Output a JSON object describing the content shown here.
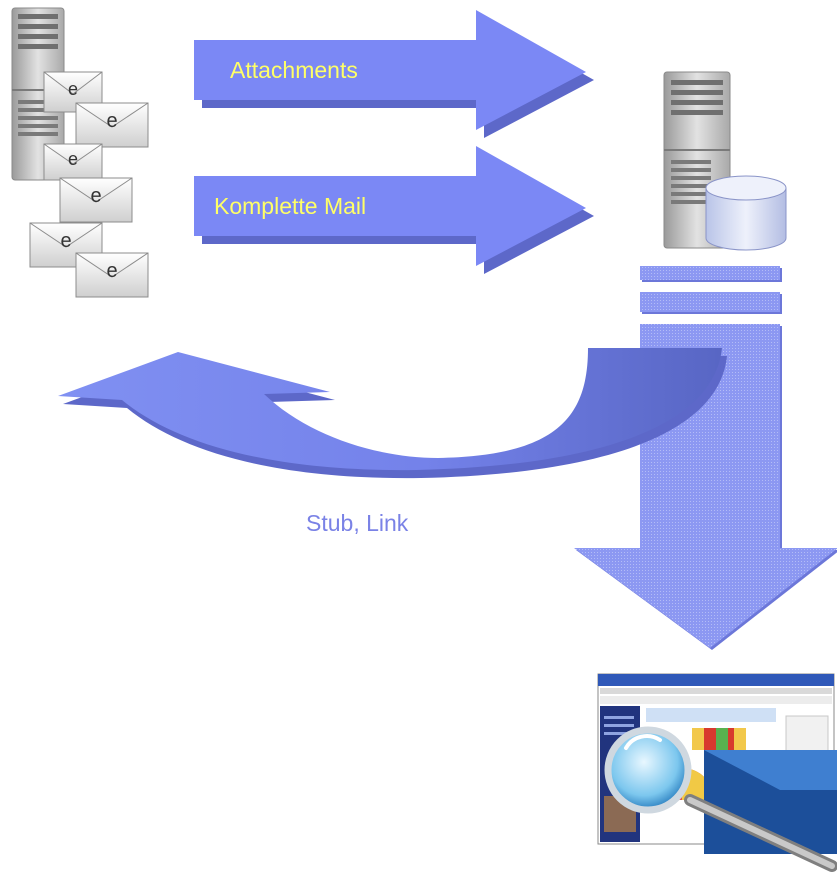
{
  "labels": {
    "attachments": "Attachments",
    "komplette_mail": "Komplette Mail",
    "stub_link": "Stub, Link"
  },
  "icons": {
    "source_server": "mail-server-icon",
    "envelope": "e-mail-envelope-icon",
    "archive_server": "archive-server-icon",
    "database": "database-cylinder-icon",
    "viewer": "web-application-screenshot-icon",
    "magnifier": "magnifying-glass-icon"
  },
  "colors": {
    "arrow_fill": "#7b88f5",
    "arrow_dark": "#5d68c9",
    "arrow_label": "#ffff66",
    "stub_label": "#7a82e6",
    "server_gray": "#c8c8c8"
  }
}
